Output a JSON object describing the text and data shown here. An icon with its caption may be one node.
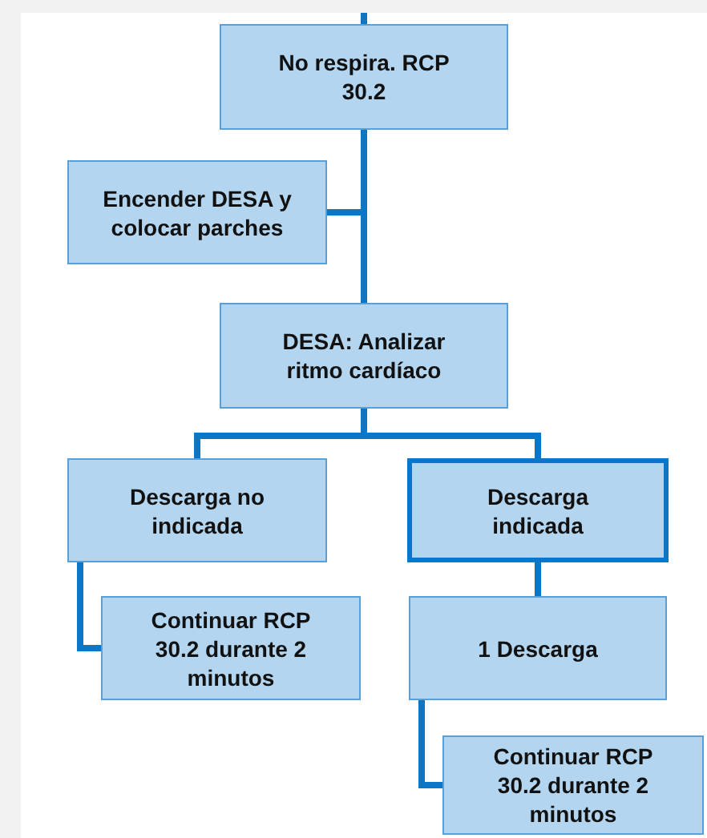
{
  "diagram": {
    "nodes": [
      {
        "text": [
          "No respira. RCP 30.2"
        ]
      },
      {
        "text": [
          "Encender DESA y colocar parches"
        ]
      },
      {
        "text": [
          "DESA: Analizar ritmo cardíaco"
        ]
      },
      {
        "text": [
          "Descarga no indicada"
        ]
      },
      {
        "text": [
          "Descarga indicada"
        ]
      },
      {
        "text": [
          "Continuar RCP 30.2 durante 2 minutos"
        ]
      },
      {
        "text": [
          "1 Descarga"
        ]
      },
      {
        "text": [
          "Continuar RCP 30.2 durante 2 minutos"
        ]
      }
    ],
    "edges": [
      {
        "from": null,
        "to": 0,
        "arrow": "none"
      },
      {
        "from": 0,
        "to": 2,
        "arrow": "none"
      },
      {
        "from": 1,
        "to": 2,
        "arrow": "none"
      },
      {
        "from": 2,
        "to": 3,
        "arrow": "none"
      },
      {
        "from": 2,
        "to": 4,
        "arrow": "none"
      },
      {
        "from": 3,
        "to": 5,
        "arrow": "none"
      },
      {
        "from": 4,
        "to": 6,
        "arrow": "none"
      },
      {
        "from": 6,
        "to": 7,
        "arrow": "none"
      }
    ]
  }
}
